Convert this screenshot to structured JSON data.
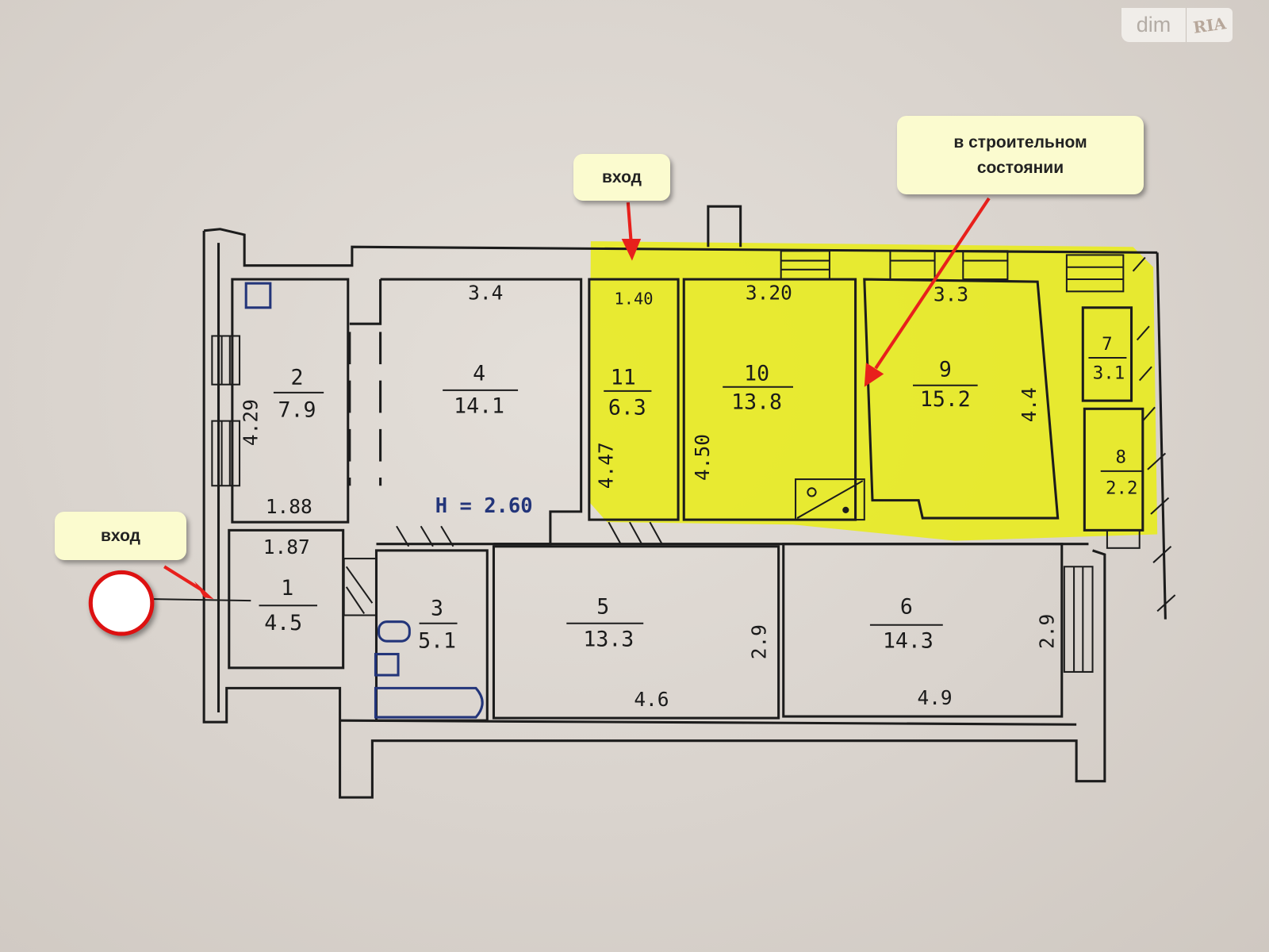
{
  "watermark": {
    "site": "dim",
    "brand": "RIA"
  },
  "callouts": {
    "entrance_top": "вход",
    "entrance_left": "вход",
    "construction_state": "в строительном состоянии"
  },
  "ceiling_height": "H = 2.60",
  "rooms": [
    {
      "id": "1",
      "area": "4.5"
    },
    {
      "id": "2",
      "area": "7.9"
    },
    {
      "id": "3",
      "area": "5.1"
    },
    {
      "id": "4",
      "area": "14.1"
    },
    {
      "id": "5",
      "area": "13.3"
    },
    {
      "id": "6",
      "area": "14.3"
    },
    {
      "id": "7",
      "area": "3.1"
    },
    {
      "id": "8",
      "area": "2.2"
    },
    {
      "id": "9",
      "area": "15.2"
    },
    {
      "id": "10",
      "area": "13.8"
    },
    {
      "id": "11",
      "area": "6.3"
    }
  ],
  "dimensions": {
    "r2_width": "1.88",
    "r2_length": "4.29",
    "r1_width": "1.87",
    "r4_width": "3.4",
    "r11_width": "1.40",
    "r11_length": "4.47",
    "r10_width": "3.20",
    "r10_length": "4.50",
    "r9_width": "3.3",
    "r9_length": "4.4",
    "r5_width": "4.6",
    "r5_depth": "2.9",
    "r6_width": "4.9",
    "r6_depth": "2.9"
  },
  "colors": {
    "highlight": "#e8ec1a",
    "arrow": "#e8201c",
    "callout_bg": "#fbfbcf",
    "fixture_blue": "#23357a"
  }
}
